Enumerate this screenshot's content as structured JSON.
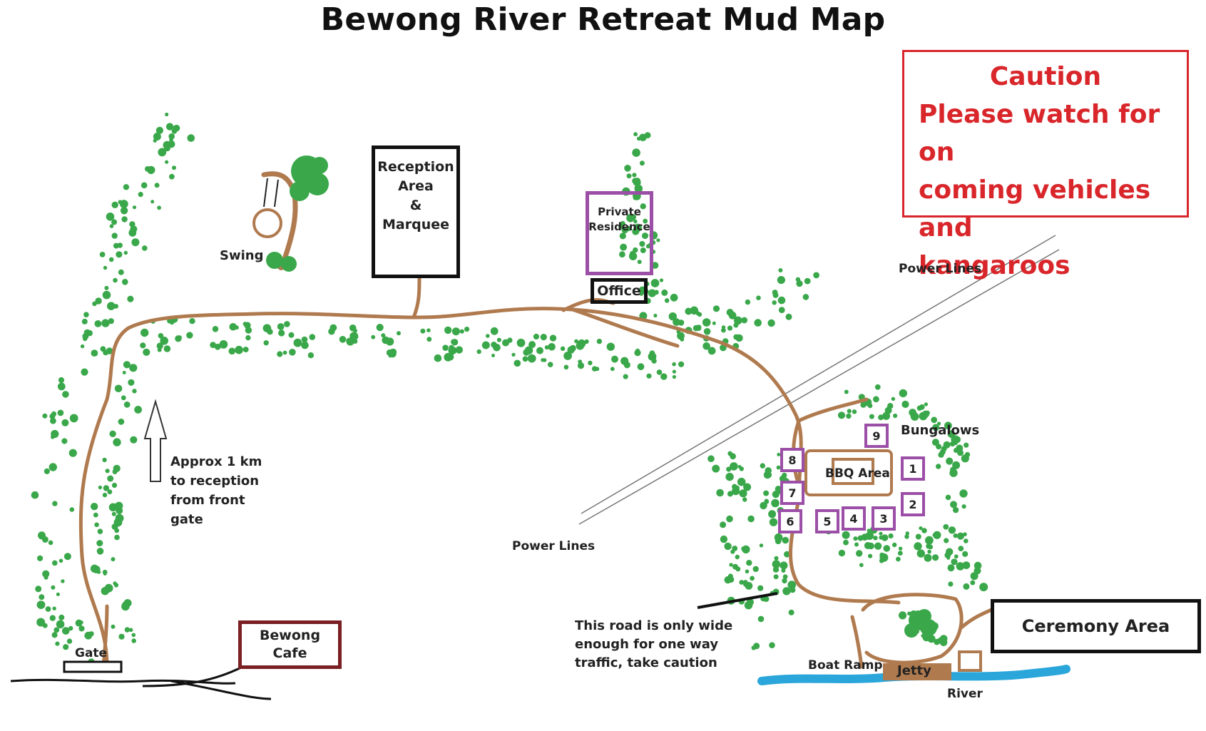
{
  "title": "Bewong River Retreat Mud Map",
  "colors": {
    "road": "#b07a4f",
    "trees": "#3aa84a",
    "river": "#2aa6da",
    "bungalow_border": "#9b4fa6",
    "caution": "#d9262b",
    "cafe_border": "#7a1f23"
  },
  "caution": {
    "heading": "Caution",
    "message_lines": [
      "Please watch for on",
      "coming vehicles and",
      "kangaroos"
    ]
  },
  "places": {
    "reception": [
      "Reception",
      "Area",
      "&",
      "Marquee"
    ],
    "private_residence": [
      "Private",
      "Residence"
    ],
    "office": "Office",
    "cafe": [
      "Bewong",
      "Cafe"
    ],
    "ceremony": "Ceremony Area",
    "jetty": "Jetty",
    "bbq": "BBQ Area",
    "gate": "Gate",
    "boat_ramp": "Boat Ramp",
    "river": "River",
    "swing": "Swing",
    "bungalows": "Bungalows"
  },
  "labels": {
    "power_lines_top": "Power Lines",
    "power_lines_bottom": "Power Lines",
    "approx": [
      "Approx 1 km",
      "to reception",
      "from front",
      "gate"
    ],
    "road_warning": [
      "This road is only wide",
      "enough for one way",
      "traffic, take caution"
    ]
  },
  "bungalows": [
    "1",
    "2",
    "3",
    "4",
    "5",
    "6",
    "7",
    "8",
    "9"
  ],
  "icons": {
    "arrow": "up-arrow-icon",
    "swing": "swing-icon",
    "tree": "tree-icon"
  }
}
